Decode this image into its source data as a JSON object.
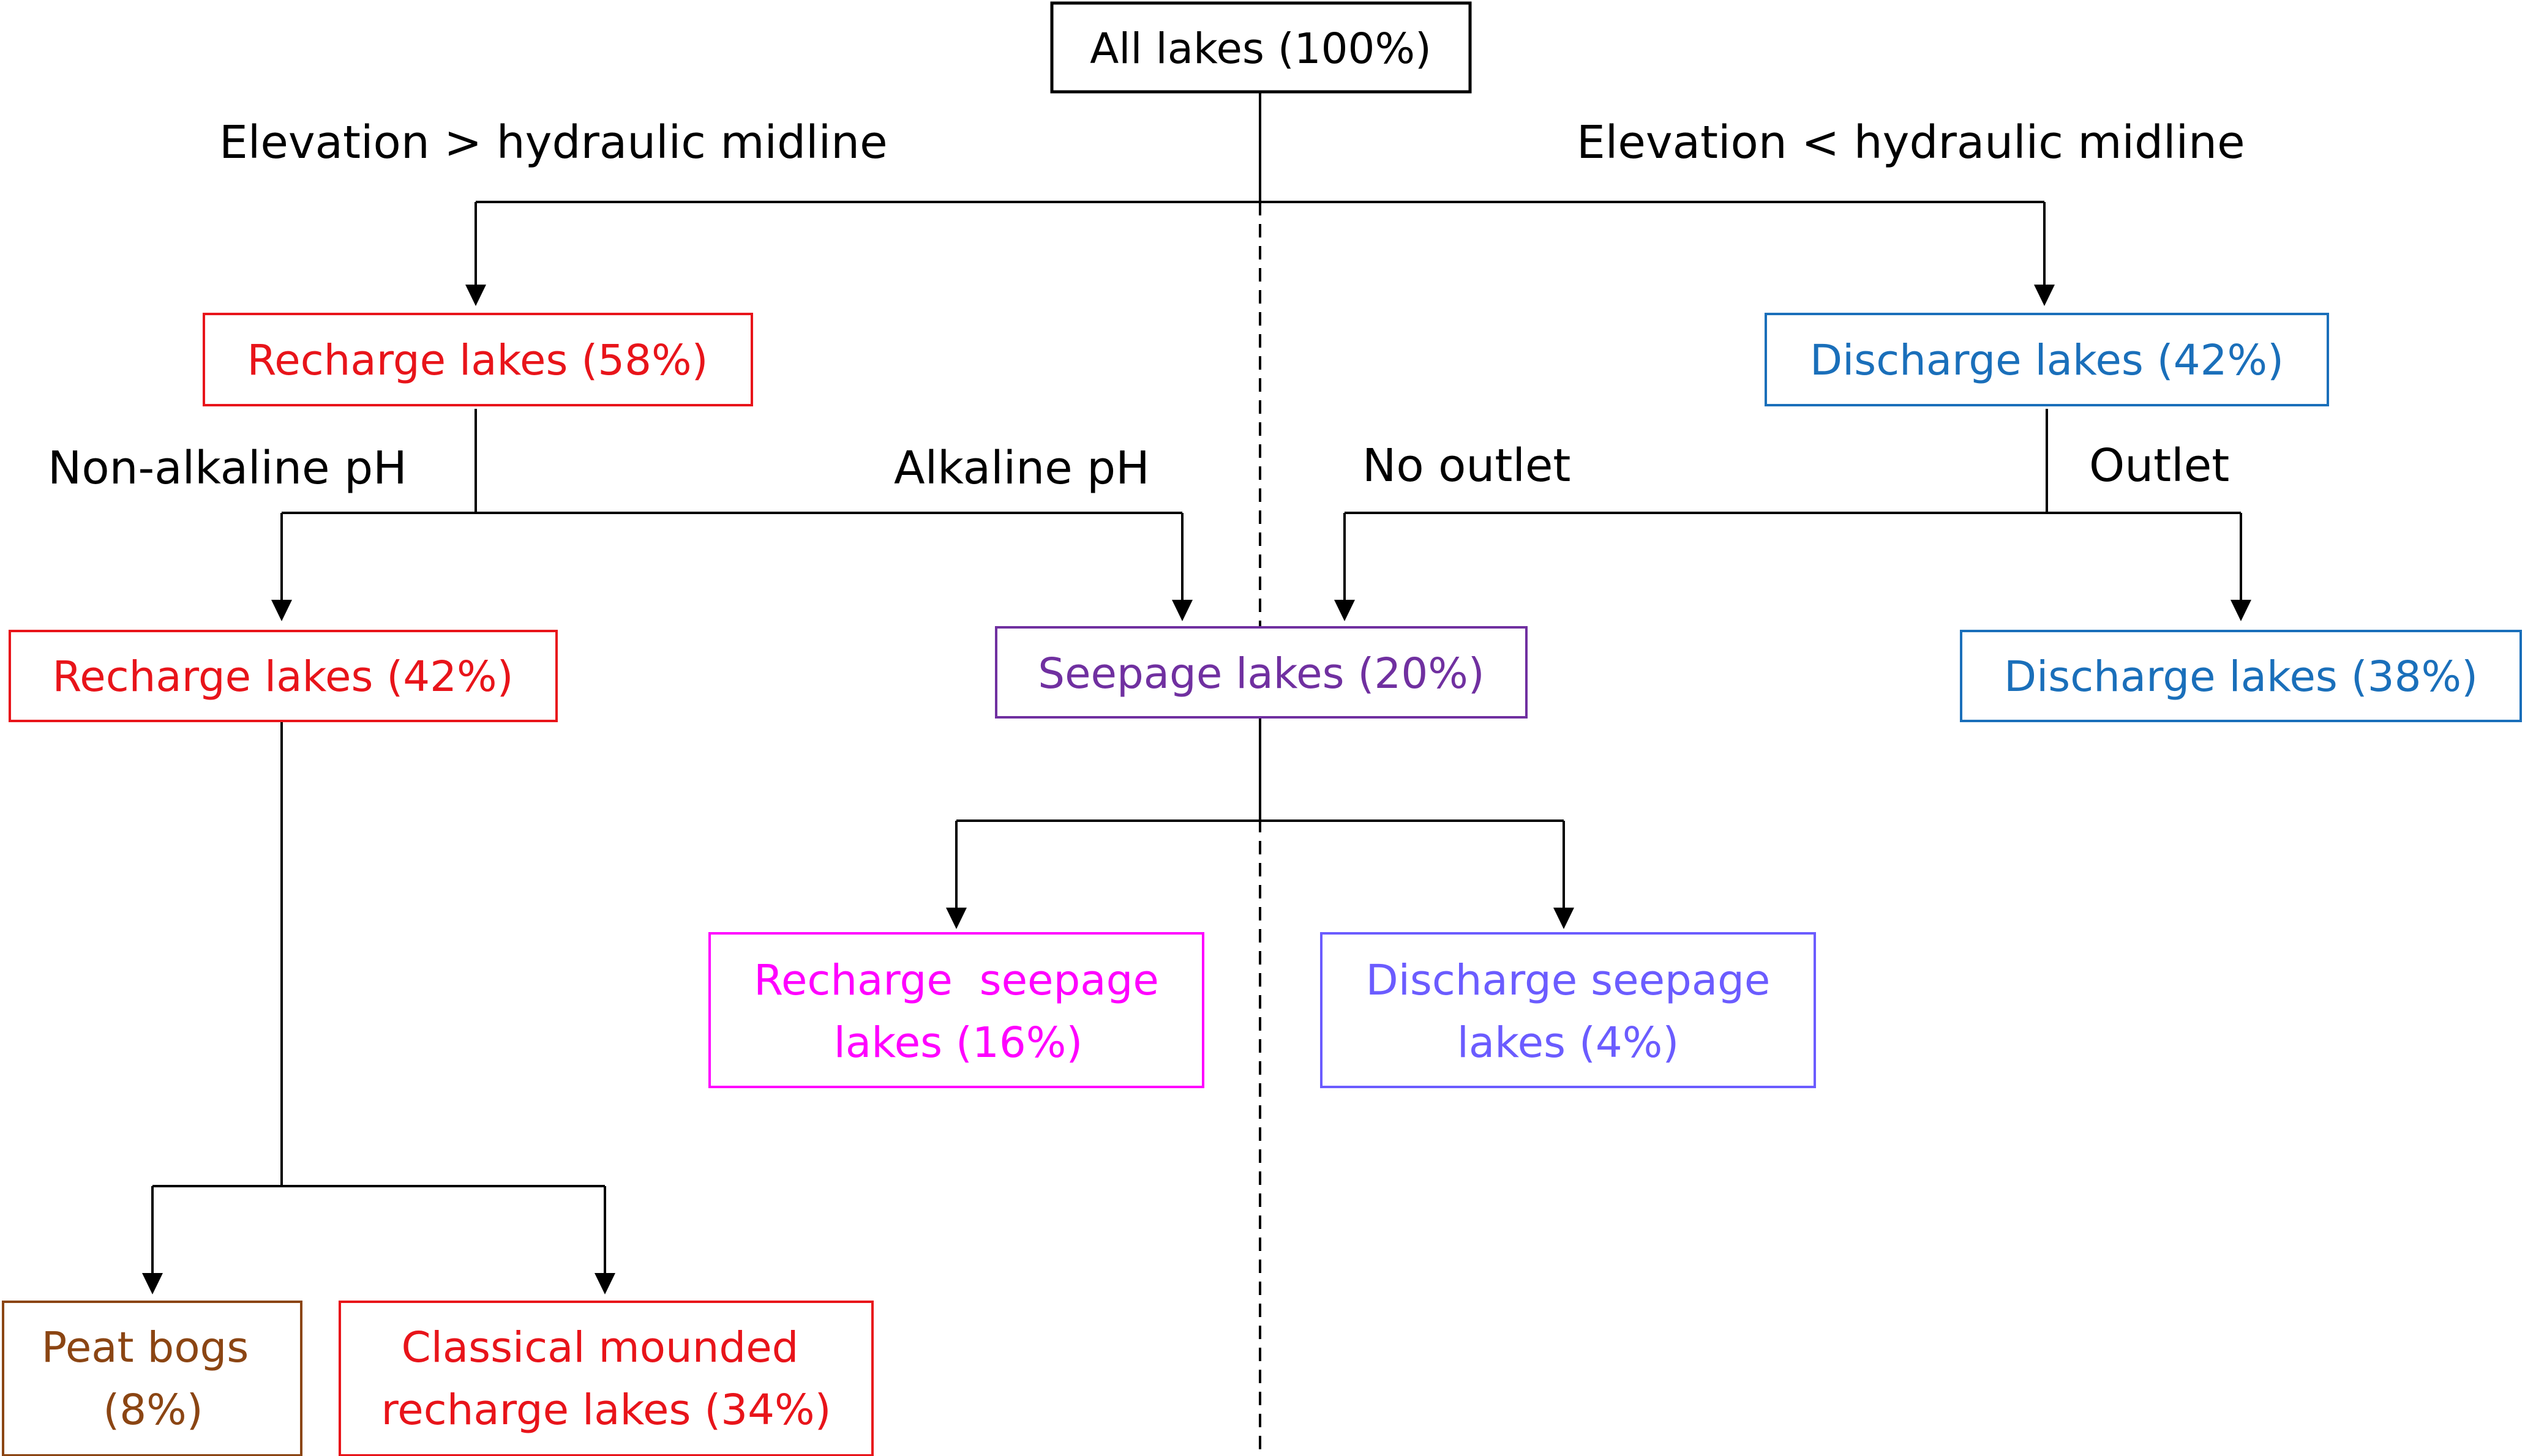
{
  "diagram": {
    "nodes": {
      "all_lakes": {
        "lines": [
          "All lakes (100%)"
        ],
        "color": "#000000"
      },
      "recharge_58": {
        "lines": [
          "Recharge lakes (58%)"
        ],
        "color": "#e8141a"
      },
      "discharge_42": {
        "lines": [
          "Discharge lakes (42%)"
        ],
        "color": "#1a6fba"
      },
      "recharge_42": {
        "lines": [
          "Recharge lakes (42%)"
        ],
        "color": "#e8141a"
      },
      "seepage_20": {
        "lines": [
          "Seepage lakes (20%)"
        ],
        "color": "#7030a0"
      },
      "discharge_38": {
        "lines": [
          "Discharge lakes (38%)"
        ],
        "color": "#1a6fba"
      },
      "recharge_seepage": {
        "lines": [
          "Recharge  seepage",
          "lakes (16%)"
        ],
        "color": "#ff00ff"
      },
      "discharge_seepage": {
        "lines": [
          "Discharge seepage",
          "lakes (4%)"
        ],
        "color": "#6b5cff"
      },
      "peat_bogs": {
        "lines": [
          "Peat bogs",
          "(8%)"
        ],
        "color": "#8b4513"
      },
      "classical_mounded": {
        "lines": [
          "Classical mounded",
          "recharge lakes (34%)"
        ],
        "color": "#e8141a"
      }
    },
    "edge_labels": {
      "elevation_above": "Elevation > hydraulic midline",
      "elevation_below": "Elevation < hydraulic midline",
      "non_alkaline": "Non-alkaline pH",
      "alkaline": "Alkaline pH",
      "no_outlet": "No outlet",
      "outlet": "Outlet"
    }
  }
}
